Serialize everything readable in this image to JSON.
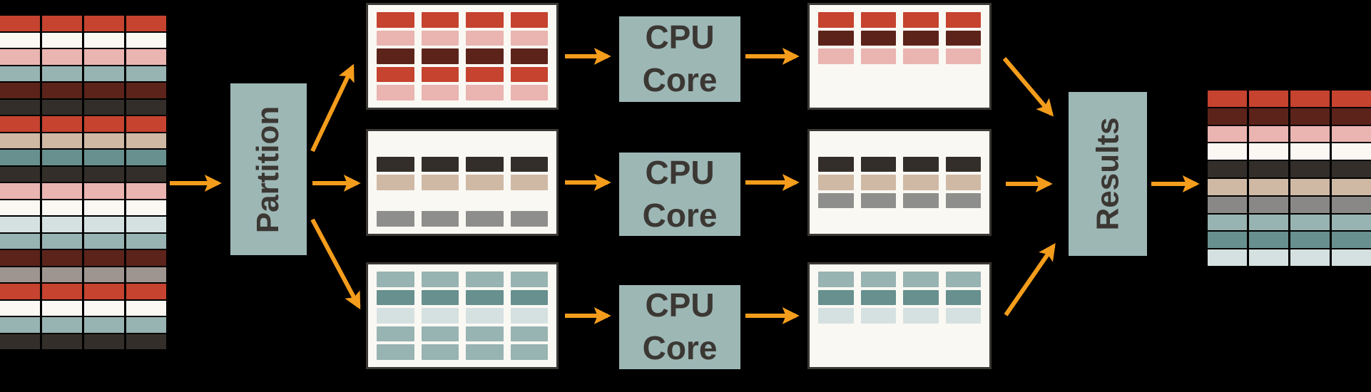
{
  "labels": {
    "partition": "Partition",
    "cpu_line1": "CPU",
    "cpu_line2": "Core",
    "results": "Results"
  },
  "palette": {
    "background": "#000000",
    "arrow": "#F49D1C",
    "box_fill": "#9DB7B5",
    "box_text": "#3B3733",
    "card_bg": "#FAF8F3",
    "card_border": "#3B3834",
    "cell_colors": {
      "red": "#C5432F",
      "white": "#FBF8F4",
      "pink": "#EAB4B1",
      "teal": "#97B3B2",
      "maroon": "#5C231A",
      "charcoal": "#332E2A",
      "tan": "#CFB9A5",
      "teal-dark": "#67908F",
      "light-blue": "#D5E1E0",
      "warm-gray": "#9E9590",
      "gray": "#8E8E8C",
      "gray-dark": "#8A8886"
    }
  },
  "input_table": {
    "columns": 4,
    "rows": [
      "red",
      "white",
      "pink",
      "teal",
      "maroon",
      "charcoal",
      "red",
      "tan",
      "teal-dark",
      "charcoal",
      "pink",
      "white",
      "light-blue",
      "teal",
      "maroon",
      "warm-gray",
      "red",
      "white",
      "teal",
      "charcoal"
    ]
  },
  "partition_tables": [
    {
      "slots": [
        "red",
        "pink",
        "maroon",
        "red",
        "pink"
      ]
    },
    {
      "slots": [
        null,
        "charcoal",
        "tan",
        null,
        "gray"
      ]
    },
    {
      "slots": [
        "teal",
        "teal-dark",
        "light-blue",
        "teal",
        "teal"
      ]
    }
  ],
  "result_tables": [
    {
      "slots": [
        "red",
        "maroon",
        "pink",
        null,
        null
      ]
    },
    {
      "slots": [
        null,
        "charcoal",
        "tan",
        "gray",
        null
      ]
    },
    {
      "slots": [
        "teal",
        "teal-dark",
        "light-blue",
        null,
        null
      ]
    }
  ],
  "output_table": {
    "columns": 4,
    "rows": [
      "red",
      "maroon",
      "pink",
      "white",
      "charcoal",
      "tan",
      "gray-dark",
      "teal",
      "teal-dark",
      "light-blue"
    ]
  }
}
